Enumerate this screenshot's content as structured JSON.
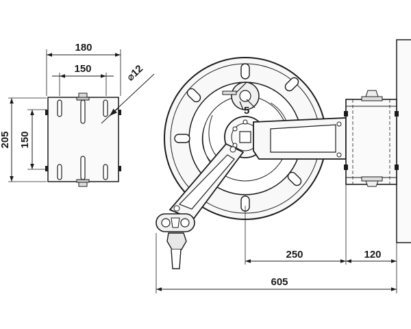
{
  "dimensions": {
    "bracket_width_outer": "180",
    "bracket_width_inner": "150",
    "bracket_height_outer": "205",
    "bracket_height_inner": "150",
    "hole_diameter": "⌀12",
    "hub_to_mount": "250",
    "mount_depth": "120",
    "overall_length": "605"
  },
  "colors": {
    "line": "#1a1a1a",
    "background": "#ffffff",
    "fill": "#f6f6f6"
  }
}
